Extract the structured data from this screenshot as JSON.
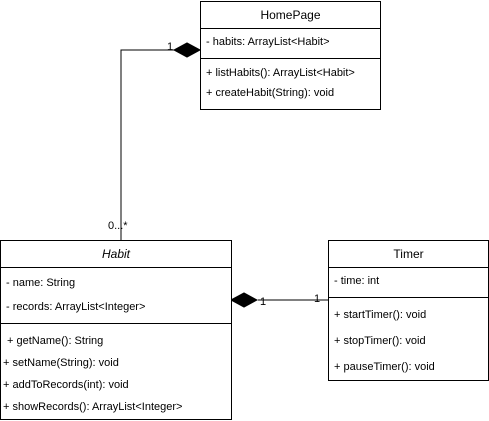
{
  "classes": {
    "homepage": {
      "name": "HomePage",
      "attributes": [
        "- habits: ArrayList<Habit>"
      ],
      "methods": [
        "+ listHabits(): ArrayList<Habit>",
        "+ createHabit(String): void"
      ]
    },
    "habit": {
      "name": "Habit",
      "attributes": [
        "- name: String",
        "- records: ArrayList<Integer>"
      ],
      "methods": [
        "+ getName(): String",
        "+ setName(String): void",
        "+ addToRecords(int): void",
        "+ showRecords(): ArrayList<Integer>"
      ]
    },
    "timer": {
      "name": "Timer",
      "attributes": [
        "- time: int"
      ],
      "methods": [
        "+ startTimer(): void",
        "+ stopTimer(): void",
        "+ pauseTimer(): void"
      ]
    }
  },
  "relations": {
    "homepage_habit": {
      "kind": "composition",
      "whole_multiplicity": "1",
      "part_multiplicity": "0...*"
    },
    "habit_timer": {
      "kind": "composition",
      "whole_multiplicity": "1",
      "part_multiplicity": "1"
    }
  }
}
